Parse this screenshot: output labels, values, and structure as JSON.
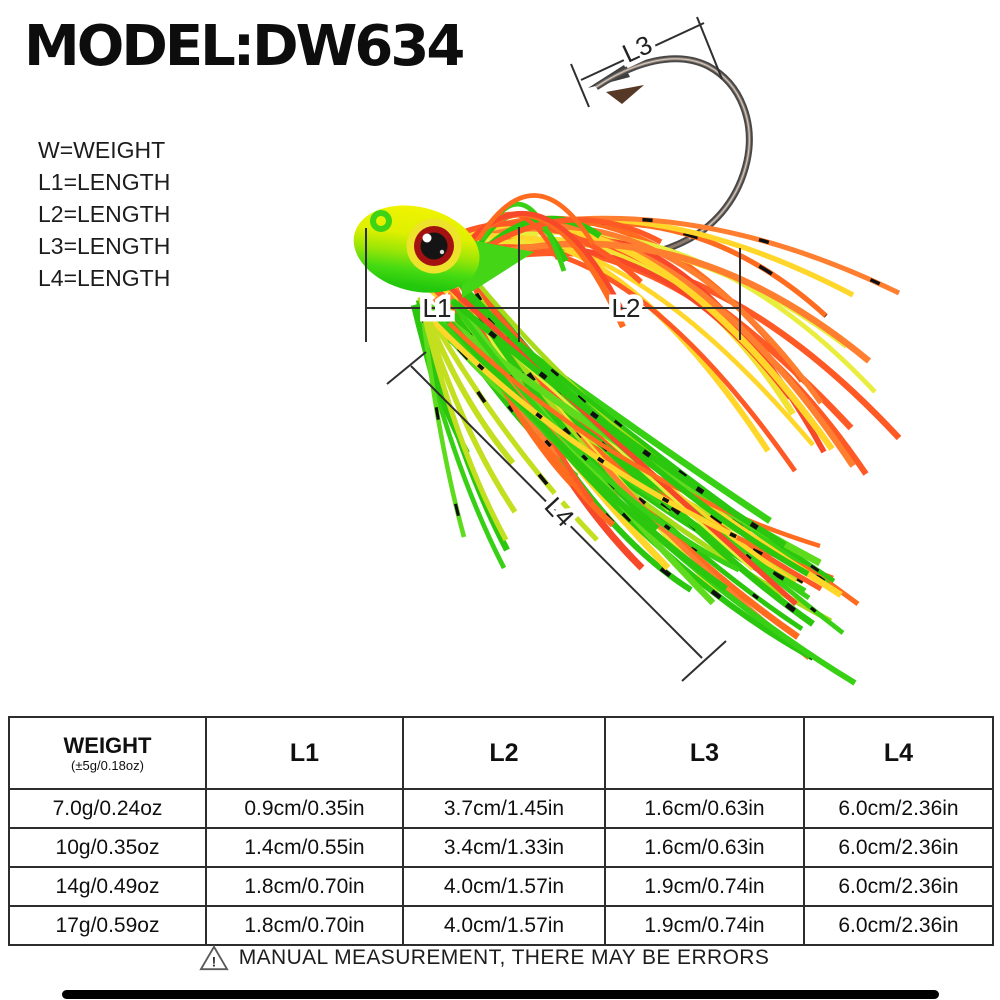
{
  "title": "MODEL:DW634",
  "legend": {
    "items": [
      "W=WEIGHT",
      "L1=LENGTH",
      "L2=LENGTH",
      "L3=LENGTH",
      "L4=LENGTH"
    ]
  },
  "diagram": {
    "l1": "L1",
    "l2": "L2",
    "l3": "L3",
    "l4": "L4"
  },
  "table": {
    "header": {
      "weight": "WEIGHT",
      "weight_tolerance": "(±5g/0.18oz)",
      "l1": "L1",
      "l2": "L2",
      "l3": "L3",
      "l4": "L4"
    },
    "rows": [
      [
        "7.0g/0.24oz",
        "0.9cm/0.35in",
        "3.7cm/1.45in",
        "1.6cm/0.63in",
        "6.0cm/2.36in"
      ],
      [
        "10g/0.35oz",
        "1.4cm/0.55in",
        "3.4cm/1.33in",
        "1.6cm/0.63in",
        "6.0cm/2.36in"
      ],
      [
        "14g/0.49oz",
        "1.8cm/0.70in",
        "4.0cm/1.57in",
        "1.9cm/0.74in",
        "6.0cm/2.36in"
      ],
      [
        "17g/0.59oz",
        "1.8cm/0.70in",
        "4.0cm/1.57in",
        "1.9cm/0.74in",
        "6.0cm/2.36in"
      ]
    ]
  },
  "footer": {
    "warning_symbol": "!",
    "warning": "MANUAL MEASUREMENT, THERE MAY BE ERRORS"
  },
  "colors": {
    "skirt_oranges": [
      "#FF5A26",
      "#F8482A",
      "#FF7E30",
      "#FF6B1F"
    ],
    "skirt_yellows": [
      "#F2E231",
      "#E9ED3E",
      "#FFD629"
    ],
    "skirt_chartreuse": [
      "#C3DF1F",
      "#A8DC1A"
    ],
    "skirt_greens": [
      "#5FDB1E",
      "#38D014",
      "#2BC60E"
    ],
    "fleck": "#101010",
    "head_top": "#F4F400",
    "head_mid": "#BFEC00",
    "head_bottom": "#23C80C",
    "eye_ring": "#EDE32A",
    "eye_iris": "#A31111",
    "eye_pupil": "#141414",
    "hook": "#474747",
    "dimension_line": "#2F2F2F",
    "bottom_bar": "#000000"
  }
}
